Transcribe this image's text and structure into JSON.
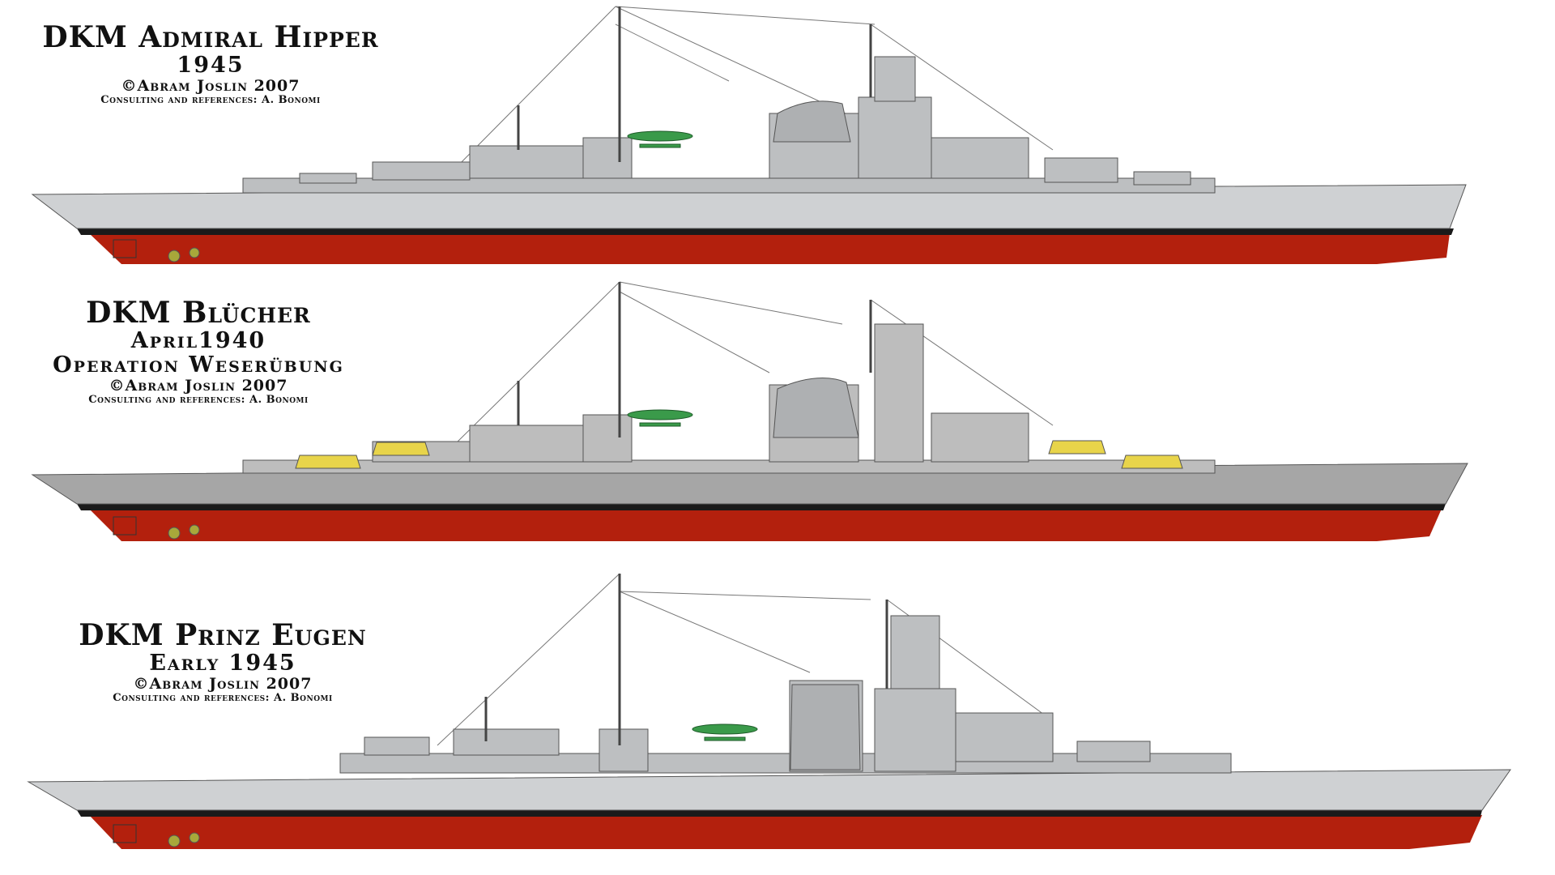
{
  "ships": [
    {
      "title": "DKM Admiral Hipper",
      "lines": [
        "1945"
      ],
      "copyright": "©Abram Joslin 2007",
      "consulting": "Consulting and references: A. Bonomi",
      "hull_color": "#cfd1d3",
      "deck_color": "#b9bbbd"
    },
    {
      "title": "DKM Blücher",
      "lines": [
        "April1940",
        "Operation Weserübung"
      ],
      "copyright": "©Abram Joslin 2007",
      "consulting": "Consulting and references: A. Bonomi",
      "hull_color": "#a6a6a6",
      "deck_color": "#bdbdbd",
      "turret_color": "#e8d44a"
    },
    {
      "title": "DKM Prinz Eugen",
      "lines": [
        "Early 1945"
      ],
      "copyright": "©Abram Joslin 2007",
      "consulting": "Consulting and references: A. Bonomi",
      "hull_color": "#cfd1d3",
      "deck_color": "#b9bbbd"
    }
  ],
  "colors": {
    "antifouling": "#b3200d",
    "boot_top": "#1a1a1a",
    "floatplane": "#3a9a4a",
    "propeller": "#a8a83a"
  }
}
